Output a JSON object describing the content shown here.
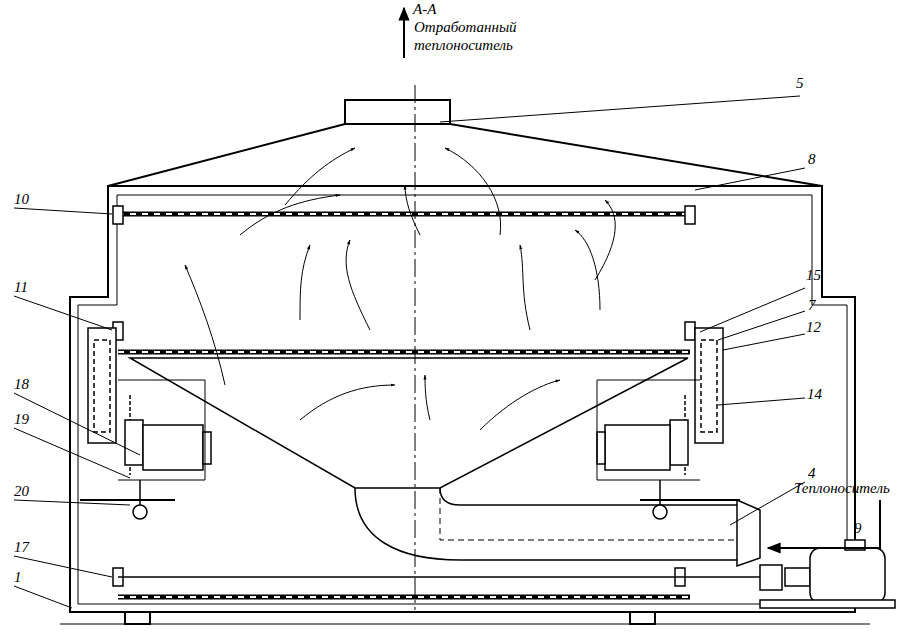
{
  "diagram": {
    "labels": [
      "А-А",
      "Отработанный теплоноситель",
      "5",
      "8",
      "10",
      "15",
      "11",
      "7",
      "12",
      "18",
      "14",
      "19",
      "Теплоноситель",
      "20",
      "4",
      "17",
      "1",
      "9"
    ]
  }
}
